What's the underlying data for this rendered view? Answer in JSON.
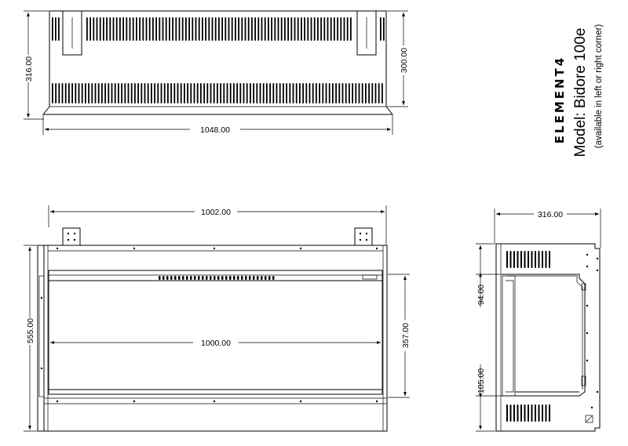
{
  "title_block": {
    "brand": "ELEMENT4",
    "model": "Model: Bidore 100e",
    "note": "(available in left or right corner)"
  },
  "top_view": {
    "depth_label": "316.00",
    "inner_depth_label": "300.00",
    "width_label": "1048.00"
  },
  "front_view": {
    "top_width_label": "1002.00",
    "height_label": "555.00",
    "inner_width_label": "1000.00",
    "inner_height_label": "357.00"
  },
  "side_view": {
    "depth_label": "316.00",
    "upper_label": "94.00",
    "lower_label": "105.00"
  }
}
